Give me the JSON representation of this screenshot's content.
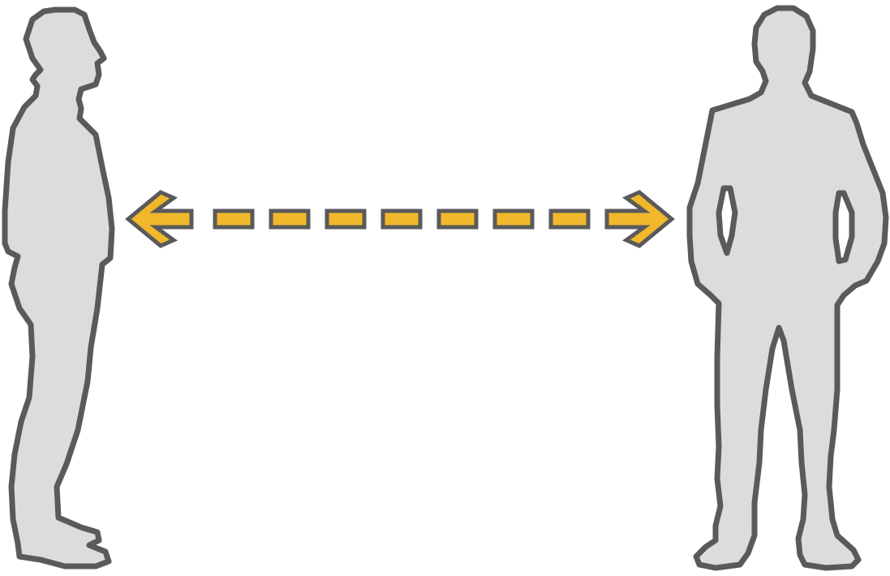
{
  "colors": {
    "silhouette_fill": "#dcdcde",
    "outline": "#5a5a5a",
    "arrow_fill": "#f0b82a",
    "background": "#ffffff"
  },
  "figures": [
    {
      "id": "person-left",
      "pose": "side-profile",
      "facing": "right"
    },
    {
      "id": "person-right",
      "pose": "front-facing",
      "hands": "in-pockets"
    }
  ],
  "connector": {
    "type": "dashed-double-headed-arrow",
    "direction": "horizontal",
    "dash_count": 7,
    "icon": "distance-arrow-icon"
  }
}
